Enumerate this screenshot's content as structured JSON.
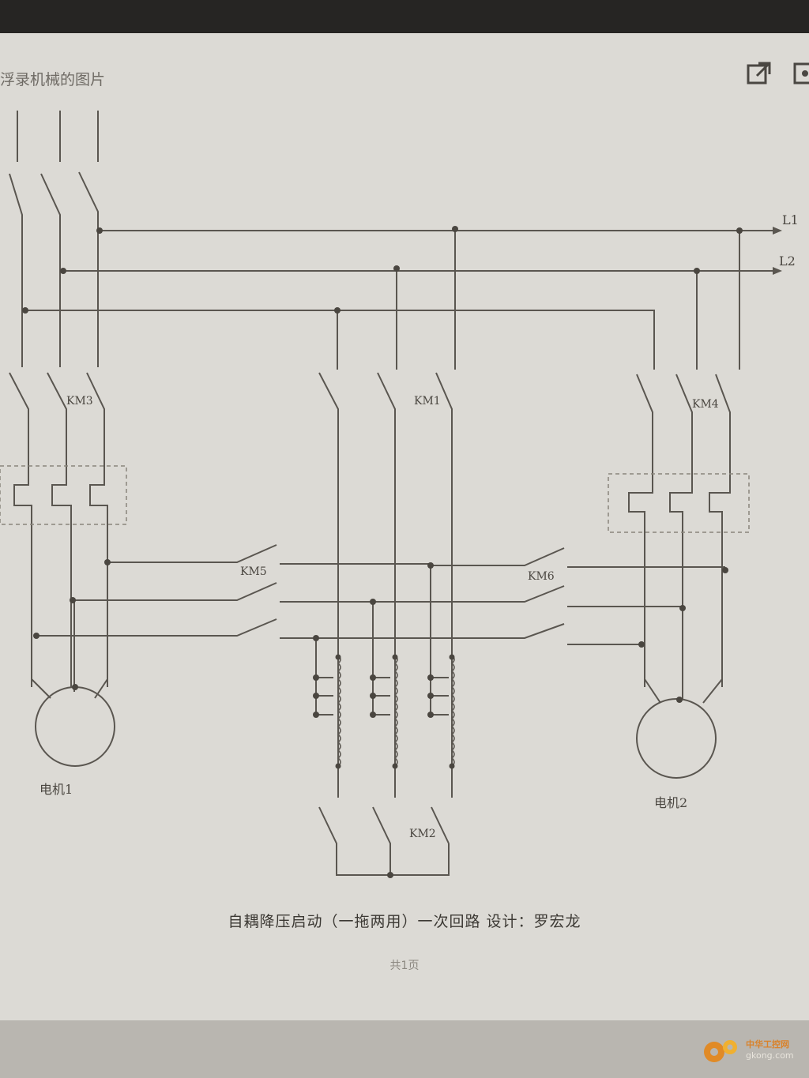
{
  "header": {
    "title": "浮录机械的图片"
  },
  "toolbar": {
    "open_external_icon": "external-link-icon",
    "secondary_icon": "panel-icon"
  },
  "diagram": {
    "phase_labels": [
      "L1",
      "L2"
    ],
    "contactors": [
      "KM3",
      "KM1",
      "KM4",
      "KM5",
      "KM6",
      "KM2"
    ],
    "motors": [
      "电机1",
      "电机2"
    ],
    "caption": "自耦降压启动（一拖两用）一次回路   设计：罗宏龙",
    "page_indicator": "共1页"
  },
  "watermark": {
    "line1": "中华工控网",
    "line2": "gkong.com"
  }
}
